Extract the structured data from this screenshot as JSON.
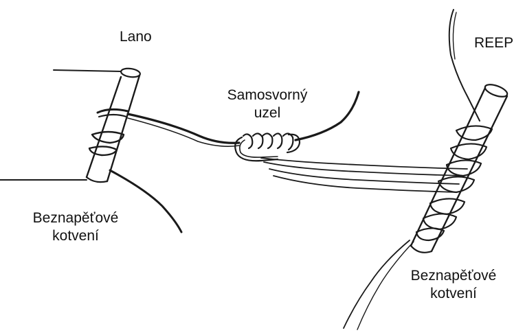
{
  "labels": {
    "rope": "Lano",
    "reep": "REEP",
    "knot_line1": "Samosvorný",
    "knot_line2": "uzel",
    "anchor_left_line1": "Beznapěťové",
    "anchor_left_line2": "kotvení",
    "anchor_right_line1": "Beznapěťové",
    "anchor_right_line2": "kotvení"
  }
}
